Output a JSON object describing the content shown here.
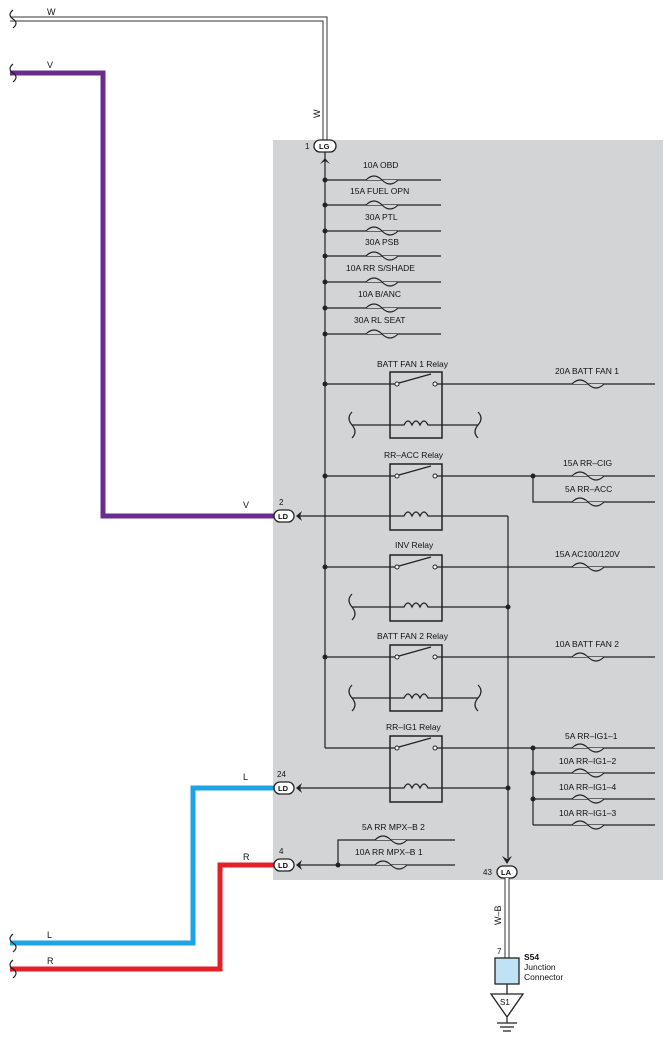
{
  "colors": {
    "panel": "#d3d4d6",
    "wire_w": "#ffffff",
    "wire_v": "#6a2d8f",
    "wire_l": "#1ea3e4",
    "wire_r": "#e32028",
    "line": "#222222",
    "junction_fill": "#bfe3f5"
  },
  "wires": {
    "w": "W",
    "v": "V",
    "l": "L",
    "r": "R",
    "w_vertical": "W",
    "wb": "W–B"
  },
  "connectors": {
    "lg": {
      "pin": "1",
      "code": "LG"
    },
    "ld_v": {
      "pin": "2",
      "code": "LD",
      "wire": "V"
    },
    "ld_l": {
      "pin": "24",
      "code": "LD",
      "wire": "L"
    },
    "ld_r": {
      "pin": "4",
      "code": "LD",
      "wire": "R"
    },
    "la": {
      "pin": "43",
      "code": "LA"
    }
  },
  "top_fuses": [
    "10A OBD",
    "15A FUEL OPN",
    "30A PTL",
    "30A PSB",
    "10A RR S/SHADE",
    "10A B/ANC",
    "30A RL SEAT"
  ],
  "relays": {
    "batt_fan1": {
      "title": "BATT FAN 1 Relay",
      "fuses": [
        "20A BATT FAN 1"
      ]
    },
    "rr_acc": {
      "title": "RR–ACC Relay",
      "fuses": [
        "15A RR–CIG",
        "5A RR–ACC"
      ]
    },
    "inv": {
      "title": "INV Relay",
      "fuses": [
        "15A AC100/120V"
      ]
    },
    "batt_fan2": {
      "title": "BATT FAN 2 Relay",
      "fuses": [
        "10A BATT FAN 2"
      ]
    },
    "rr_ig1": {
      "title": "RR–IG1 Relay",
      "fuses": [
        "5A RR–IG1–1",
        "10A RR–IG1–2",
        "10A RR–IG1–4",
        "10A RR–IG1–3"
      ]
    }
  },
  "mpx_fuses": [
    "5A RR MPX–B 2",
    "10A RR MPX–B 1"
  ],
  "junction": {
    "pin": "7",
    "id": "S54",
    "line1": "Junction",
    "line2": "Connector"
  },
  "ground": {
    "id": "S1"
  }
}
